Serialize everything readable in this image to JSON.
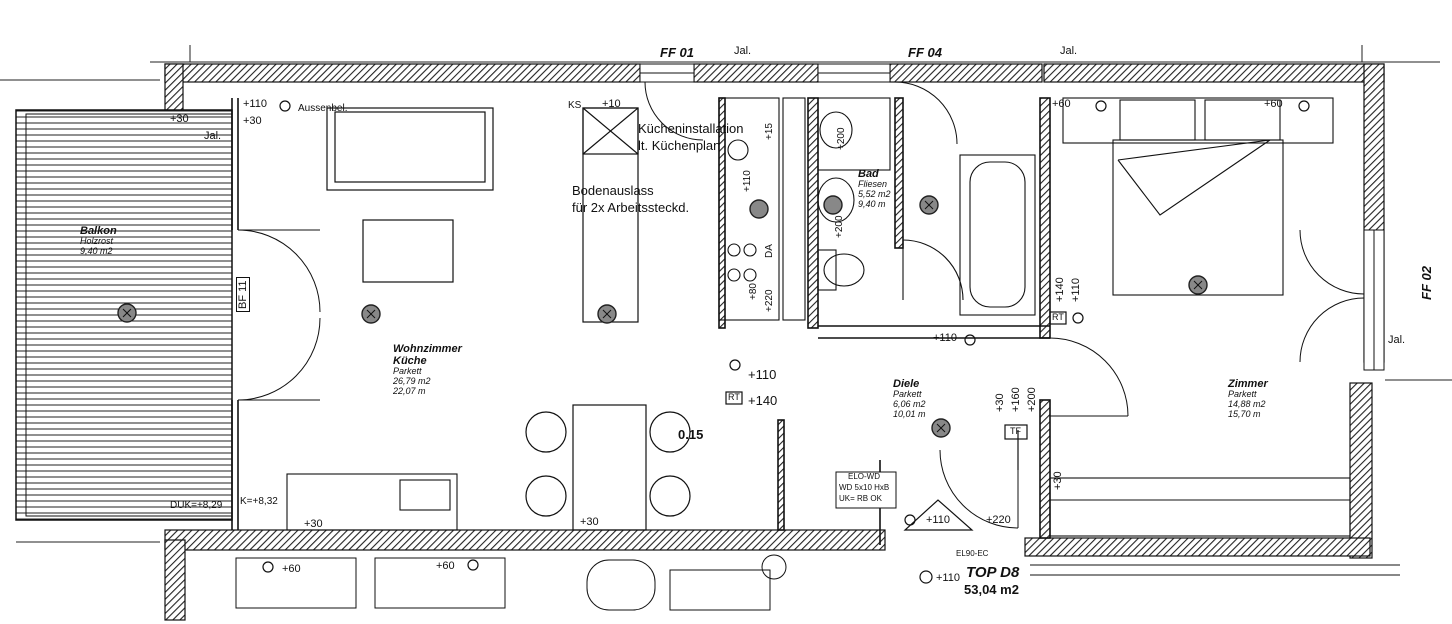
{
  "labels": {
    "ff01": "FF 01",
    "ff04": "FF 04",
    "ff02": "FF 02",
    "jal_top1": "Jal.",
    "jal_top2": "Jal.",
    "jal_right": "Jal.",
    "jal_left": "Jal.",
    "aussenbel": "Aussenbel.",
    "aussen_p110": "+110",
    "aussen_p30": "+30",
    "left_p30": "+30",
    "ks": "KS",
    "ks_p10": "+10",
    "kitchen_install_1": "Kücheninstallation",
    "kitchen_install_2": "lt. Küchenplan",
    "bodenauslass_1": "Bodenauslass",
    "bodenauslass_2": "für 2x Arbeitssteckd.",
    "bfl": "BF 11",
    "door_grade_a": "DUK=+8,29",
    "door_grade_b": "K=+8,32",
    "pos_p110_mid": "+110",
    "pos_p140_mid": "+140",
    "rt_a": "RT",
    "pos_015": "0.15",
    "pos_p30_a": "+30",
    "pos_p30_b": "+30",
    "pos_p60_top_a": "+60",
    "pos_p60_top_b": "+60",
    "pos_p140_r": "+140",
    "pos_p110_r": "+110",
    "rt_b": "RT",
    "pos_p110_diele": "+110",
    "pos_p30_diele": "+30",
    "pos_p160": "+160",
    "pos_p200": "+200",
    "tf": "TF",
    "pos_p30_wall": "+30",
    "pos_p110_bottom": "+110",
    "pos_p220": "+220",
    "pos_p60_bot_a": "+60",
    "pos_p60_bot_b": "+60",
    "pos_p110_top_d8": "+110",
    "elo_title": "ELO-WD",
    "elo_line1": "WD 5x10 HxB",
    "elo_line2": "UK= RB OK",
    "bad_vert_1": "+15",
    "bad_vert_2": "+200",
    "bad_vert_3": "+110",
    "bad_vert_4": "+200",
    "bad_vert_5": "+80",
    "bad_vert_6": "+220",
    "bad_da": "DA",
    "top_d8_prefix": "EL90-EC"
  },
  "rooms": {
    "balkon": {
      "name": "Balkon",
      "floor": "Holzrost",
      "area": "9,40 m2"
    },
    "wohnen": {
      "name1": "Wohnzimmer",
      "name2": "Küche",
      "floor": "Parkett",
      "area": "26,79 m2",
      "perim": "22,07  m"
    },
    "bad": {
      "name": "Bad",
      "floor": "Fliesen",
      "area": "5,52 m2",
      "perim": "9,40  m"
    },
    "diele": {
      "name": "Diele",
      "floor": "Parkett",
      "area": "6,06 m2",
      "perim": "10,01  m"
    },
    "zimmer": {
      "name": "Zimmer",
      "floor": "Parkett",
      "area": "14,88 m2",
      "perim": "15,70  m"
    }
  },
  "unit": {
    "name": "TOP D8",
    "area": "53,04 m2"
  }
}
